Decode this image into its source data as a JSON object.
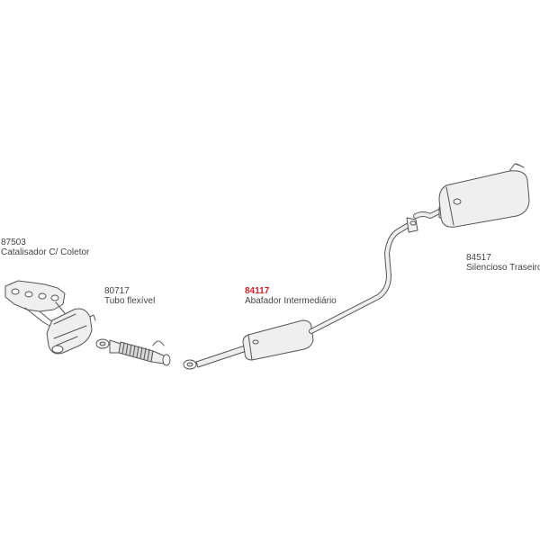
{
  "parts": [
    {
      "code": "87503",
      "name": "Catalisador C/ Coletor",
      "highlight": false
    },
    {
      "code": "80717",
      "name": "Tubo flexível",
      "highlight": false
    },
    {
      "code": "84117",
      "name": "Abafador Intermediário",
      "highlight": true
    },
    {
      "code": "84517",
      "name": "Silencioso Traseiro",
      "highlight": false
    }
  ],
  "colors": {
    "highlight": "#d0202a",
    "text": "#444444",
    "outline": "#555555",
    "fill": "#efefef"
  }
}
